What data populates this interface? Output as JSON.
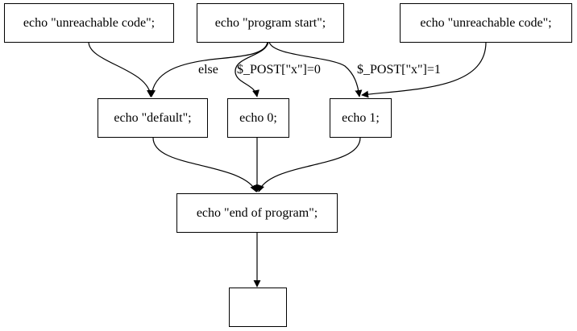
{
  "nodes": {
    "unreachable_left": "echo \"unreachable code\";",
    "program_start": "echo \"program start\";",
    "unreachable_right": "echo \"unreachable code\";",
    "default": "echo \"default\";",
    "echo0": "echo 0;",
    "echo1": "echo 1;",
    "end": "echo \"end of program\";",
    "exit": ""
  },
  "edge_labels": {
    "else": "else",
    "x_eq_0": "$_POST[\"x\"]=0",
    "x_eq_1": "$_POST[\"x\"]=1"
  }
}
